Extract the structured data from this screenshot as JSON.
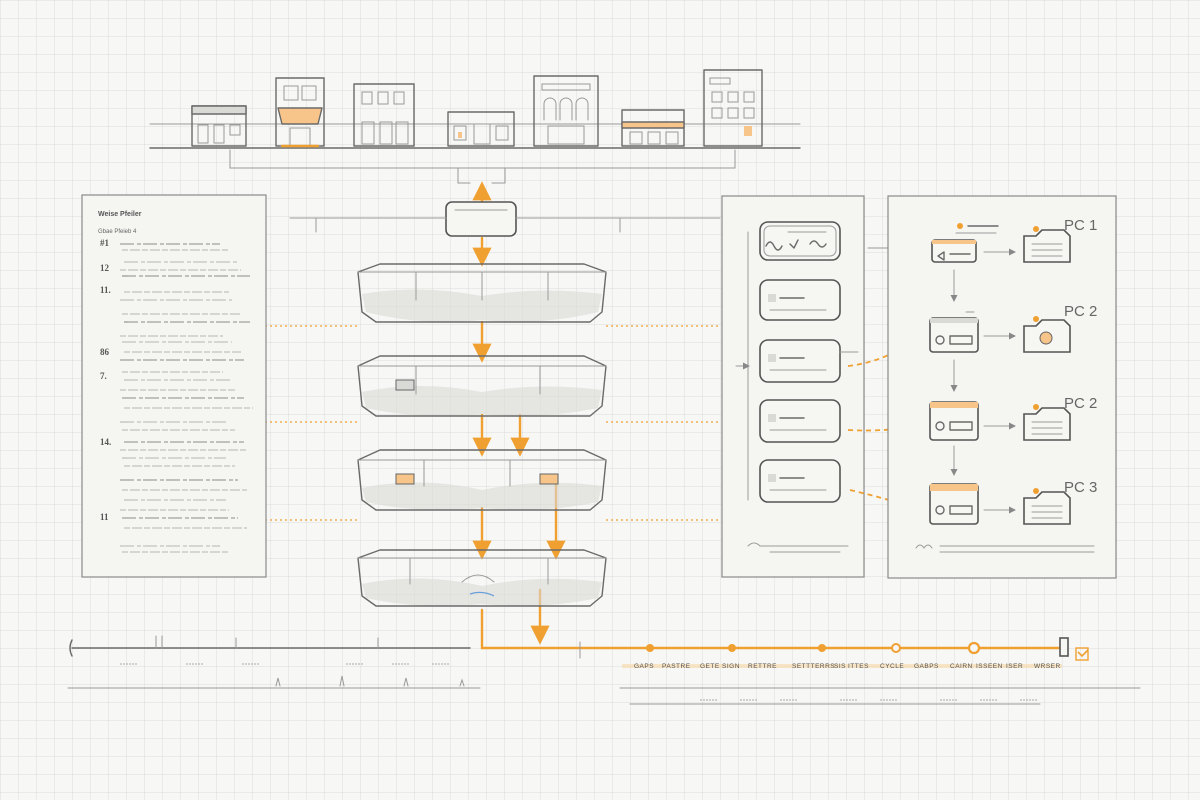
{
  "document": {
    "title": "Weise Pfeiler",
    "subtitle": "Gbae Pfeieb 4",
    "list_numbers": [
      "#1",
      "12",
      "11.",
      "86",
      "7.",
      "14.",
      "11"
    ]
  },
  "pc_labels": [
    "PC 1",
    "PC 2",
    "PC 2",
    "PC 3"
  ],
  "timeline": {
    "labels": [
      "GAPS",
      "PASTRE",
      "GETE",
      "SIGN",
      "RETTRE",
      "SETTTERRS",
      "SIS",
      "ITTES",
      "CYCLE",
      "GABPS",
      "CAIRN",
      "ISSEEN",
      "ISER",
      "WRSER"
    ]
  },
  "colors": {
    "accent": "#f0a030",
    "pencil": "#6a6a6a",
    "paper": "#f7f7f5"
  },
  "icons": [
    "building-icon",
    "server-icon",
    "document-icon",
    "flow-arrow-icon",
    "check-box-icon"
  ]
}
